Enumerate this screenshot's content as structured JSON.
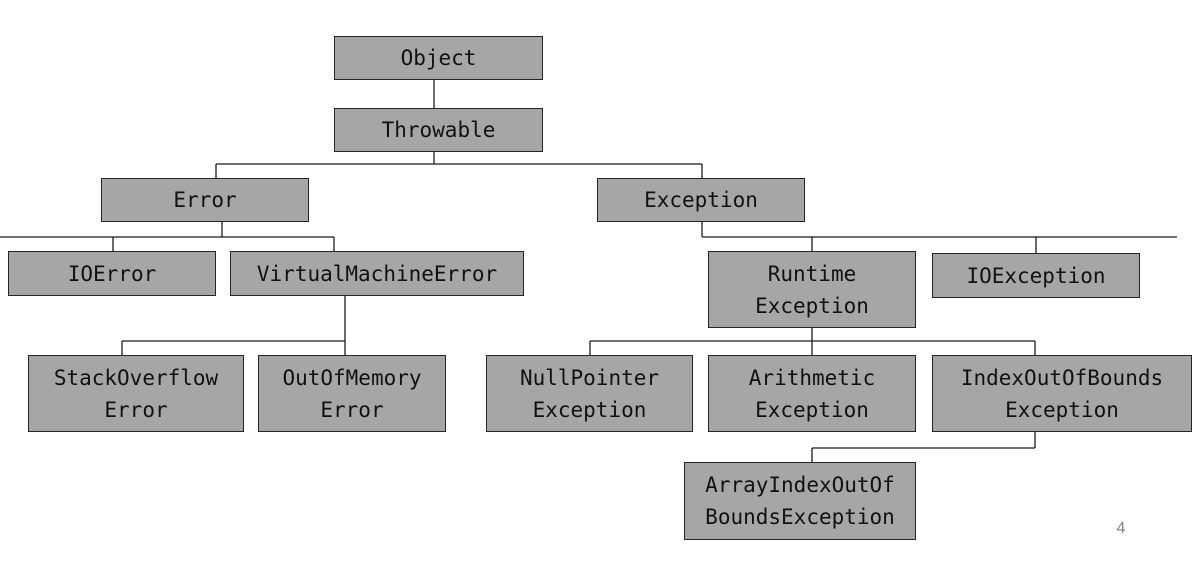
{
  "nodes": {
    "object": {
      "lines": [
        "Object"
      ]
    },
    "throwable": {
      "lines": [
        "Throwable"
      ]
    },
    "error": {
      "lines": [
        "Error"
      ]
    },
    "exception": {
      "lines": [
        "Exception"
      ]
    },
    "ioerror": {
      "lines": [
        "IOError"
      ]
    },
    "virtualmachineerror": {
      "lines": [
        "VirtualMachineError"
      ]
    },
    "runtimeexception": {
      "lines": [
        "Runtime",
        "Exception"
      ]
    },
    "ioexception": {
      "lines": [
        "IOException"
      ]
    },
    "stackoverflowerror": {
      "lines": [
        "StackOverflow",
        "Error"
      ]
    },
    "outofmemoryerror": {
      "lines": [
        "OutOfMemory",
        "Error"
      ]
    },
    "nullpointerexception": {
      "lines": [
        "NullPointer",
        "Exception"
      ]
    },
    "arithmeticexception": {
      "lines": [
        "Arithmetic",
        "Exception"
      ]
    },
    "indexoutofboundsexception": {
      "lines": [
        "IndexOutOfBounds",
        "Exception"
      ]
    },
    "arrayindexoutofboundsexception": {
      "lines": [
        "ArrayIndexOutOf",
        "BoundsException"
      ]
    }
  },
  "edges": [
    [
      "object",
      "throwable"
    ],
    [
      "throwable",
      "error"
    ],
    [
      "throwable",
      "exception"
    ],
    [
      "error",
      "ioerror"
    ],
    [
      "error",
      "virtualmachineerror"
    ],
    [
      "exception",
      "runtimeexception"
    ],
    [
      "exception",
      "ioexception"
    ],
    [
      "virtualmachineerror",
      "stackoverflowerror"
    ],
    [
      "virtualmachineerror",
      "outofmemoryerror"
    ],
    [
      "runtimeexception",
      "nullpointerexception"
    ],
    [
      "runtimeexception",
      "arithmeticexception"
    ],
    [
      "runtimeexception",
      "indexoutofboundsexception"
    ],
    [
      "indexoutofboundsexception",
      "arrayindexoutofboundsexception"
    ]
  ],
  "page_number": "4"
}
